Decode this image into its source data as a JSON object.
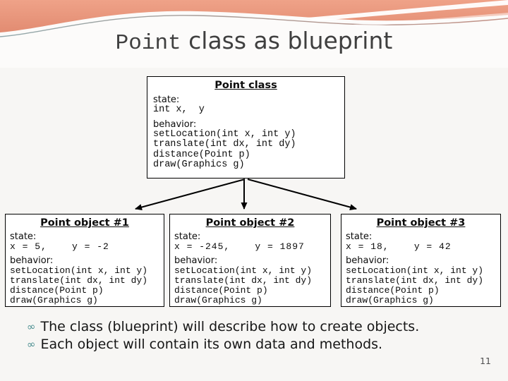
{
  "slide": {
    "title_mono": "Point",
    "title_rest": " class as blueprint",
    "page_number": "11"
  },
  "class_box": {
    "title": "Point class",
    "state_label": "state:",
    "state_value": "int x,  y",
    "behavior_label": "behavior:",
    "methods": [
      "setLocation(int x, int y)",
      "translate(int dx, int dy)",
      "distance(Point p)",
      "draw(Graphics g)"
    ]
  },
  "objects": [
    {
      "title": "Point object #1",
      "state_label": "state:",
      "state_value": "x = 5,    y = -2",
      "behavior_label": "behavior:",
      "methods": [
        "setLocation(int x, int y)",
        "translate(int dx, int dy)",
        "distance(Point p)",
        "draw(Graphics g)"
      ]
    },
    {
      "title": "Point object #2",
      "state_label": "state:",
      "state_value": "x = -245,    y = 1897",
      "behavior_label": "behavior:",
      "methods": [
        "setLocation(int x, int y)",
        "translate(int dx, int dy)",
        "distance(Point p)",
        "draw(Graphics g)"
      ]
    },
    {
      "title": "Point object #3",
      "state_label": "state:",
      "state_value": "x = 18,    y = 42",
      "behavior_label": "behavior:",
      "methods": [
        "setLocation(int x, int y)",
        "translate(int dx, int dy)",
        "distance(Point p)",
        "draw(Graphics g)"
      ]
    }
  ],
  "bullets": {
    "glyph": "∞",
    "items": [
      "The class (blueprint) will describe how to create objects.",
      "Each object will contain its own data and methods."
    ]
  },
  "colors": {
    "header_salmon_top": "#EFA288",
    "header_salmon_bottom": "#D97C62",
    "title_text": "#3F3F3F",
    "bullet_accent": "#4A8E90",
    "box_border": "#000000",
    "box_fill": "#FFFFFF",
    "page_number_gray": "#4F4F4F"
  }
}
